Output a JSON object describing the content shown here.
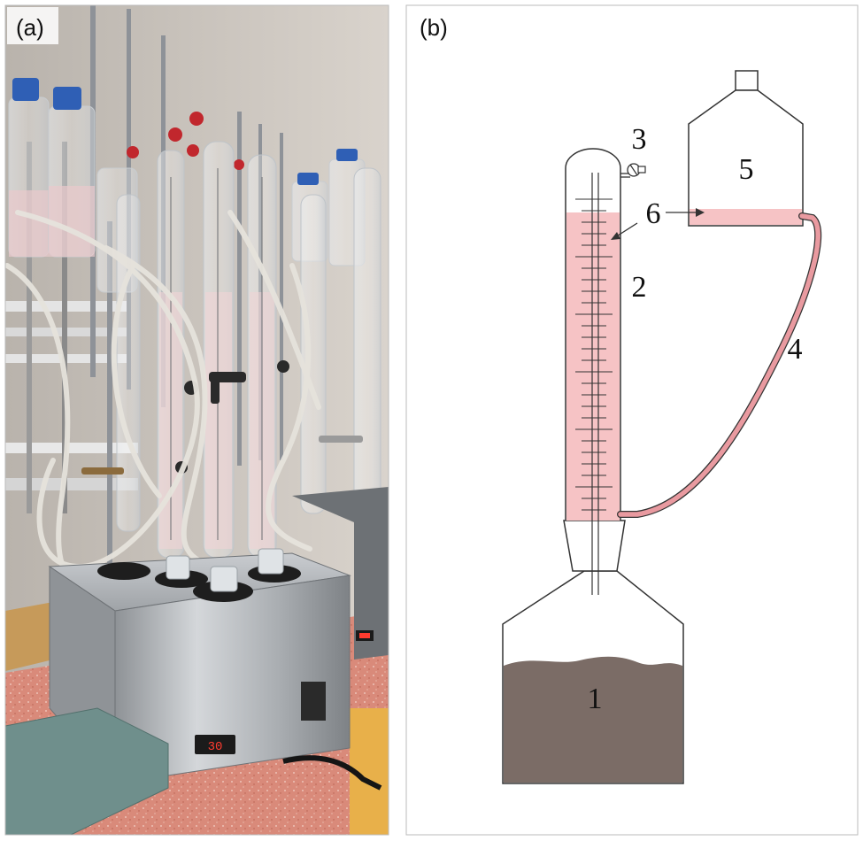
{
  "panel_a": {
    "label": "(a)",
    "display_reading": "30"
  },
  "panel_b": {
    "label": "(b)",
    "components": [
      {
        "id": "1",
        "label": "1"
      },
      {
        "id": "2",
        "label": "2"
      },
      {
        "id": "3",
        "label": "3"
      },
      {
        "id": "4",
        "label": "4"
      },
      {
        "id": "5",
        "label": "5"
      },
      {
        "id": "6",
        "label": "6"
      }
    ]
  },
  "colors": {
    "liquid": "#f6c3c5",
    "tube": "#e99aa0",
    "soil": "#7b6c66",
    "bath_steel": "#b9bcc0",
    "stand_base": "#6f8f8c",
    "bench": "#d98a7a",
    "wall": "#cfc8c1"
  }
}
